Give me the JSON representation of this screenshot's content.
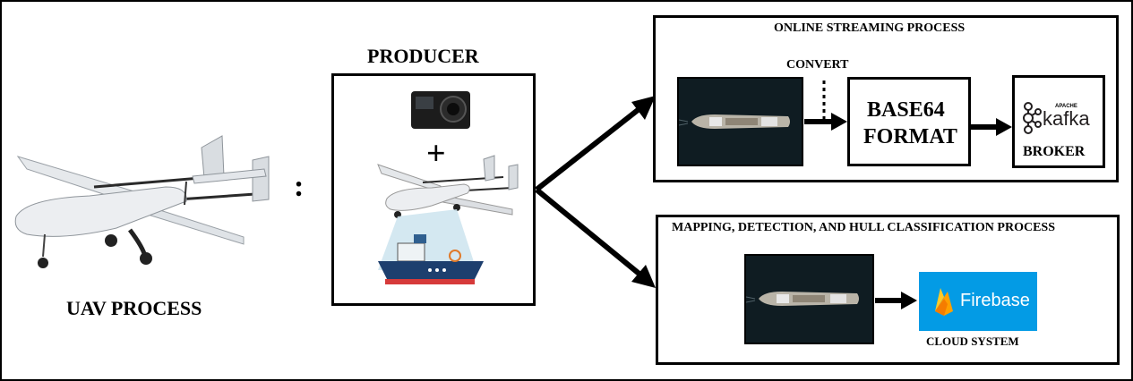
{
  "uav": {
    "label": "UAV PROCESS",
    "colon": ":"
  },
  "producer": {
    "title": "PRODUCER",
    "plus": "+"
  },
  "streaming": {
    "title": "ONLINE  STREAMING  PROCESS",
    "convert_label": "CONVERT",
    "format_label_line1": "BASE64",
    "format_label_line2": "FORMAT",
    "broker_label": "BROKER",
    "kafka_logo_text": "kafka",
    "kafka_logo_small": "APACHE"
  },
  "mapping": {
    "title": "MAPPING, DETECTION, AND HULL CLASSIFICATION  PROCESS",
    "cloud_label": "CLOUD SYSTEM",
    "firebase_text": "Firebase"
  },
  "colors": {
    "sea": "#0f1c22",
    "firebase_blue": "#039be5",
    "firebase_yellow": "#ffca28",
    "firebase_orange": "#ffa000",
    "boat_hull": "#1d3f6e",
    "boat_red": "#d63a3a",
    "beam": "#cfe6ef"
  }
}
